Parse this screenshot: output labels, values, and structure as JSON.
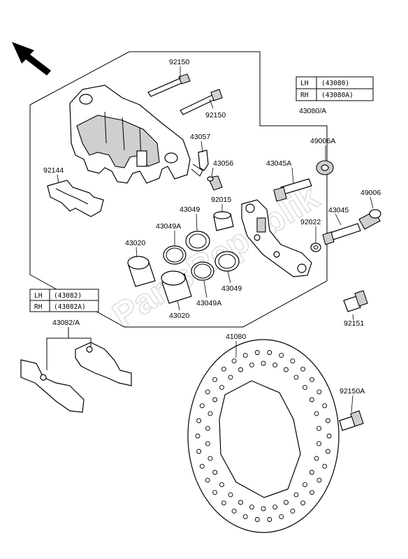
{
  "watermark": "PartsRepublik",
  "tables": {
    "caliper": {
      "rows": [
        {
          "side": "LH",
          "part": "(43080)"
        },
        {
          "side": "RH",
          "part": "(43080A)"
        }
      ]
    },
    "pads": {
      "rows": [
        {
          "side": "LH",
          "part": "(43082)"
        },
        {
          "side": "RH",
          "part": "(43082A)"
        }
      ]
    }
  },
  "labels": {
    "p92150_top": "92150",
    "p92150_mid": "92150",
    "p43057": "43057",
    "p43056": "43056",
    "p92144": "92144",
    "p43080A": "43080/A",
    "p49006A": "49006A",
    "p43045A": "43045A",
    "p49006": "49006",
    "p92015": "92015",
    "p43049_top": "43049",
    "p43049A_top": "43049A",
    "p43020_top": "43020",
    "p43045": "43045",
    "p92022": "92022",
    "p43049_bot": "43049",
    "p43049A_bot": "43049A",
    "p43020_bot": "43020",
    "p92151": "92151",
    "p43082A": "43082/A",
    "p41080": "41080",
    "p92150A": "92150A"
  }
}
